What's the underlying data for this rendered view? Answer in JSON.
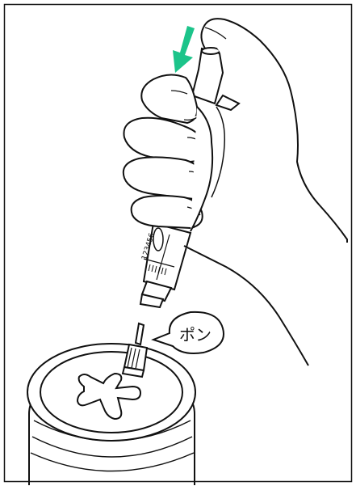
{
  "illustration": {
    "speech_bubble_text": "ポン",
    "dial_scale": "123456",
    "colors": {
      "arrow": "#1cc48a",
      "line": "#111111",
      "background": "#ffffff"
    },
    "icons": [
      "down-arrow-icon",
      "speech-bubble"
    ]
  }
}
